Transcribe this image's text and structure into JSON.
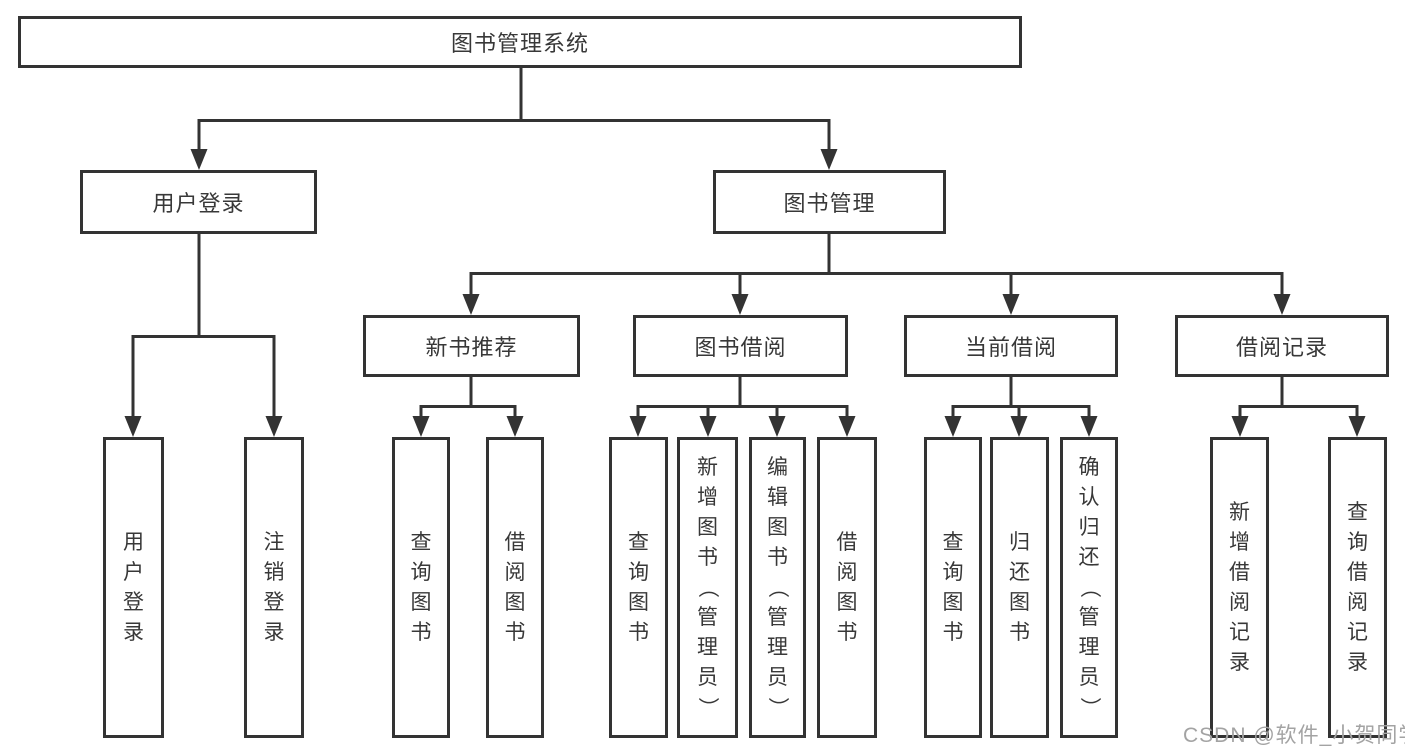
{
  "diagram": {
    "root": "图书管理系统",
    "level2": [
      {
        "label": "用户登录"
      },
      {
        "label": "图书管理"
      }
    ],
    "level3": [
      {
        "label": "新书推荐"
      },
      {
        "label": "图书借阅"
      },
      {
        "label": "当前借阅"
      },
      {
        "label": "借阅记录"
      }
    ],
    "leaves": [
      {
        "label": "用户登录"
      },
      {
        "label": "注销登录"
      },
      {
        "label": "查询图书"
      },
      {
        "label": "借阅图书"
      },
      {
        "label": "查询图书"
      },
      {
        "label": "新增图书（管理员）"
      },
      {
        "label": "编辑图书（管理员）"
      },
      {
        "label": "借阅图书"
      },
      {
        "label": "查询图书"
      },
      {
        "label": "归还图书"
      },
      {
        "label": "确认归还（管理员）"
      },
      {
        "label": "新增借阅记录"
      },
      {
        "label": "查询借阅记录"
      }
    ],
    "watermark": "CSDN @软件_小贺同学",
    "colors": {
      "line": "#333333",
      "text": "#383838",
      "watermark": "#a3a3a3",
      "background": "#ffffff"
    }
  }
}
